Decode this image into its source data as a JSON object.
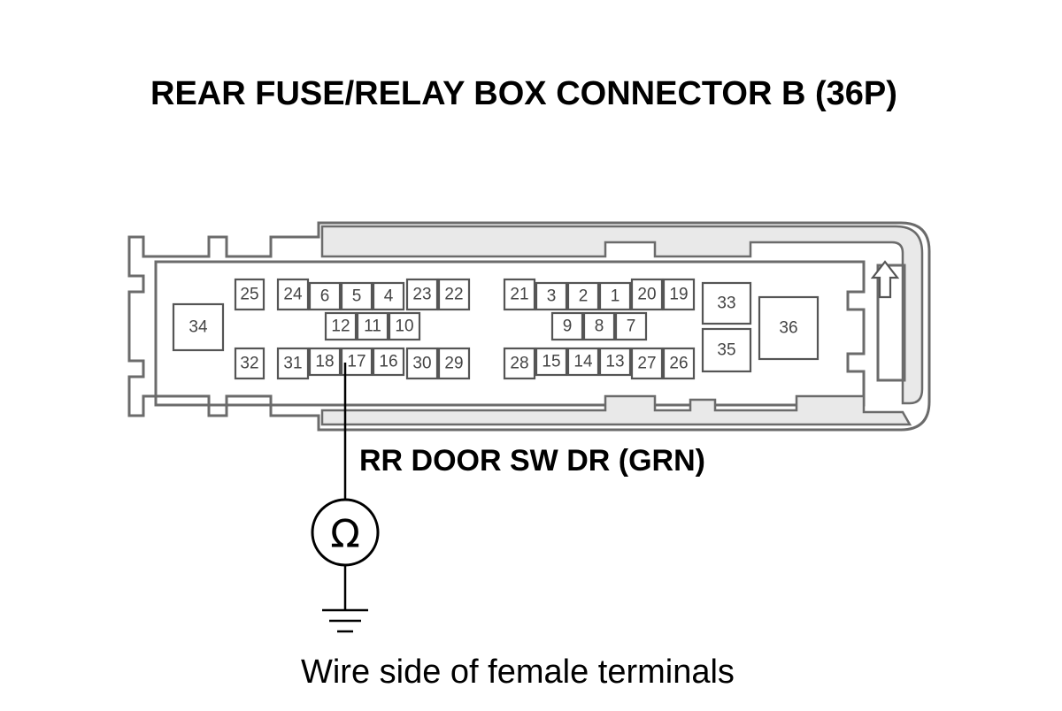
{
  "title": "REAR FUSE/RELAY BOX CONNECTOR B (36P)",
  "wire_label": "RR DOOR SW DR (GRN)",
  "footer": "Wire side of female terminals",
  "meter": {
    "symbol": "Ω",
    "icon": "ohmmeter-icon"
  },
  "ground": {
    "icon": "ground-icon"
  },
  "probe_terminal": "17",
  "terminals": {
    "t1": "1",
    "t2": "2",
    "t3": "3",
    "t4": "4",
    "t5": "5",
    "t6": "6",
    "t7": "7",
    "t8": "8",
    "t9": "9",
    "t10": "10",
    "t11": "11",
    "t12": "12",
    "t13": "13",
    "t14": "14",
    "t15": "15",
    "t16": "16",
    "t17": "17",
    "t18": "18",
    "t19": "19",
    "t20": "20",
    "t21": "21",
    "t22": "22",
    "t23": "23",
    "t24": "24",
    "t25": "25",
    "t26": "26",
    "t27": "27",
    "t28": "28",
    "t29": "29",
    "t30": "30",
    "t31": "31",
    "t32": "32",
    "t33": "33",
    "t34": "34",
    "t35": "35",
    "t36": "36"
  }
}
